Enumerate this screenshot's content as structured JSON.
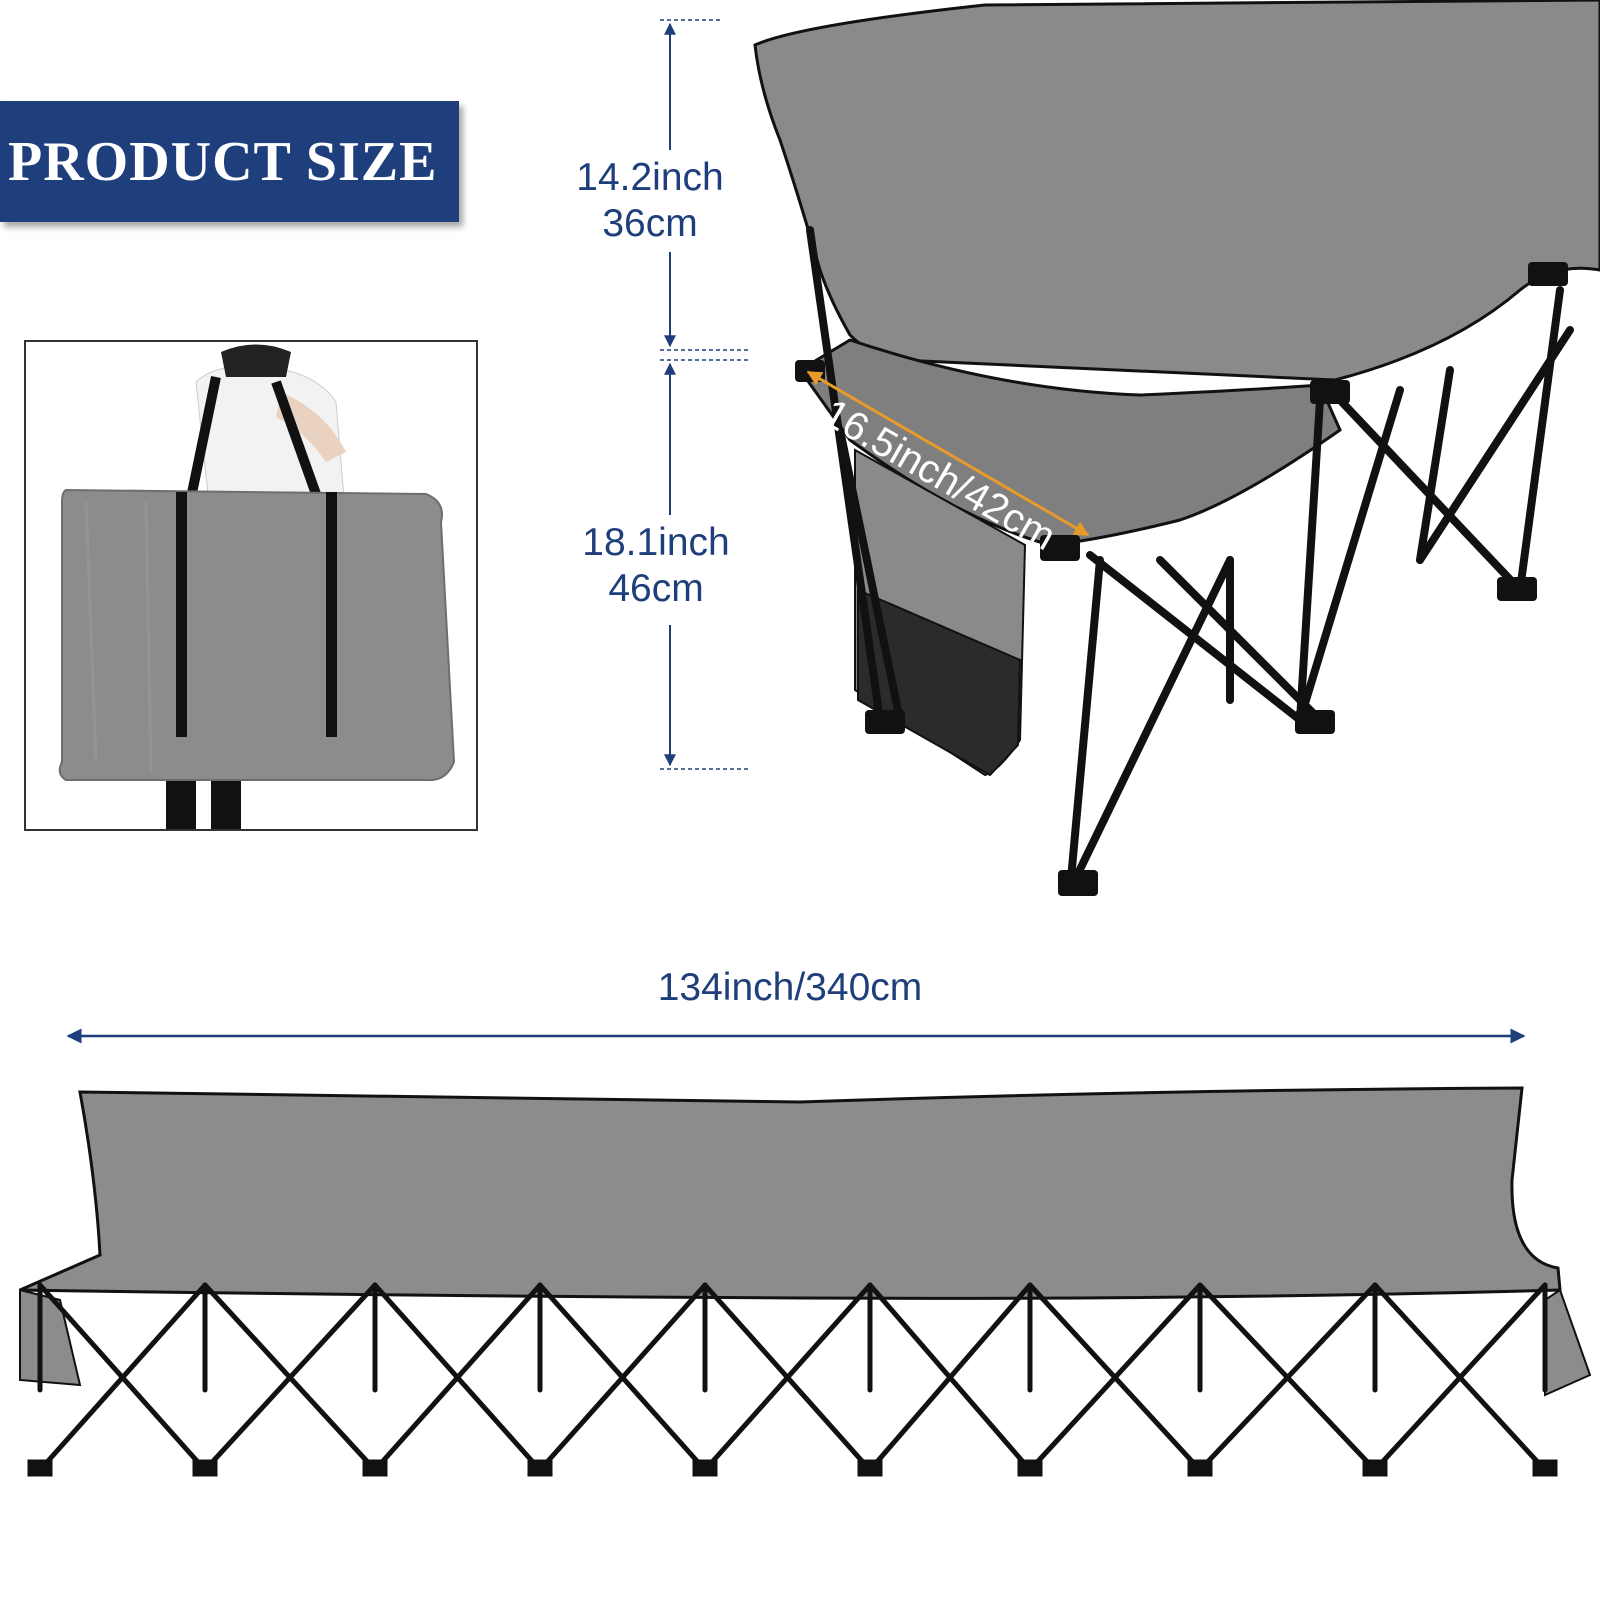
{
  "banner": {
    "title": "PRODUCT SIZE"
  },
  "dimensions": {
    "back_height": {
      "inch": "14.2inch",
      "cm": "36cm"
    },
    "seat_height": {
      "inch": "18.1inch",
      "cm": "46cm"
    },
    "seat_depth": "16.5inch/42cm",
    "total_width": "134inch/340cm"
  },
  "colors": {
    "brand_blue": "#1e3f7c",
    "fabric_gray": "#8a8a8a",
    "frame_black": "#111111",
    "depth_arrow_orange": "#e89a2a"
  },
  "images": {
    "carry_bag": "carry-bag-photo",
    "chair_closeup": "bench-closeup-photo",
    "bench_front": "bench-front-photo"
  }
}
